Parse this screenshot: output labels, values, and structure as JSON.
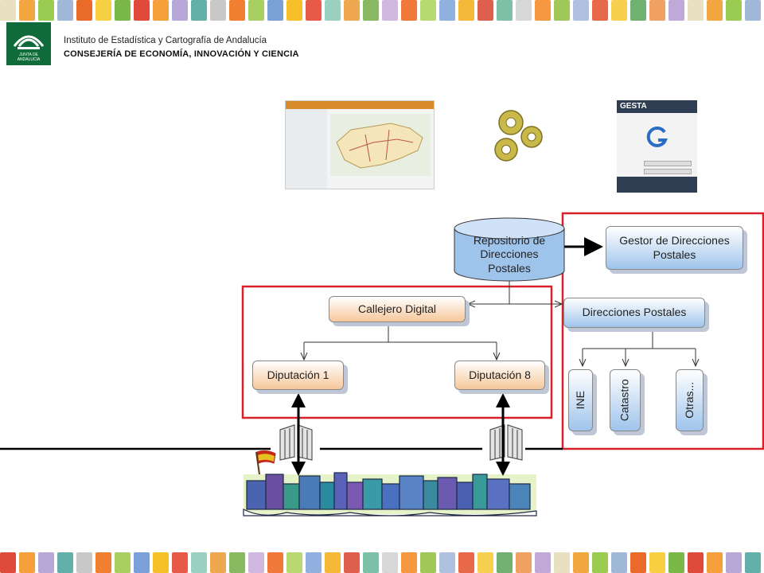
{
  "header": {
    "institute": "Instituto de Estadística y Cartografía de Andalucía",
    "consejeria": "CONSEJERÍA DE ECONOMÍA, INNOVACIÓN Y CIENCIA",
    "logo_text": "JUNTA DE ANDALUCIA"
  },
  "screenshots": {
    "gesta_title": "GESTA"
  },
  "nodes": {
    "repositorio": "Repositorio de Direcciones Postales",
    "gestor": "Gestor de Direcciones Postales",
    "callejero": "Callejero Digital",
    "direcciones": "Direcciones Postales",
    "diputacion1": "Diputación 1",
    "diputacion8": "Diputación 8",
    "ine": "INE",
    "catastro": "Catastro",
    "otras": "Otras..."
  },
  "colors": {
    "box_blue": "#9fc4ec",
    "box_orange": "#f6c79a",
    "frame_red": "#d9202a",
    "logo_green": "#0f6b3a"
  },
  "stripe_colors": [
    "#e8e0c0",
    "#f2a640",
    "#9acc52",
    "#a0b8d8",
    "#ea6a2a",
    "#f6d040",
    "#7ab848",
    "#e04a3a",
    "#f5a03a",
    "#b8a8d8",
    "#62b0a8",
    "#c8c8c8",
    "#f08030",
    "#a8d060",
    "#7aa0d8",
    "#f6c028",
    "#e85a48",
    "#9ad0c0",
    "#f0a850",
    "#88b860",
    "#d0b8e0",
    "#f07838",
    "#b8d870",
    "#90b0e0",
    "#f6b838",
    "#e06050",
    "#7cc0a8",
    "#d8d8d8",
    "#f59840",
    "#a0c858",
    "#b0c0e0",
    "#e8684a",
    "#f8d050",
    "#70b070",
    "#f0a060",
    "#c0a8d8"
  ]
}
